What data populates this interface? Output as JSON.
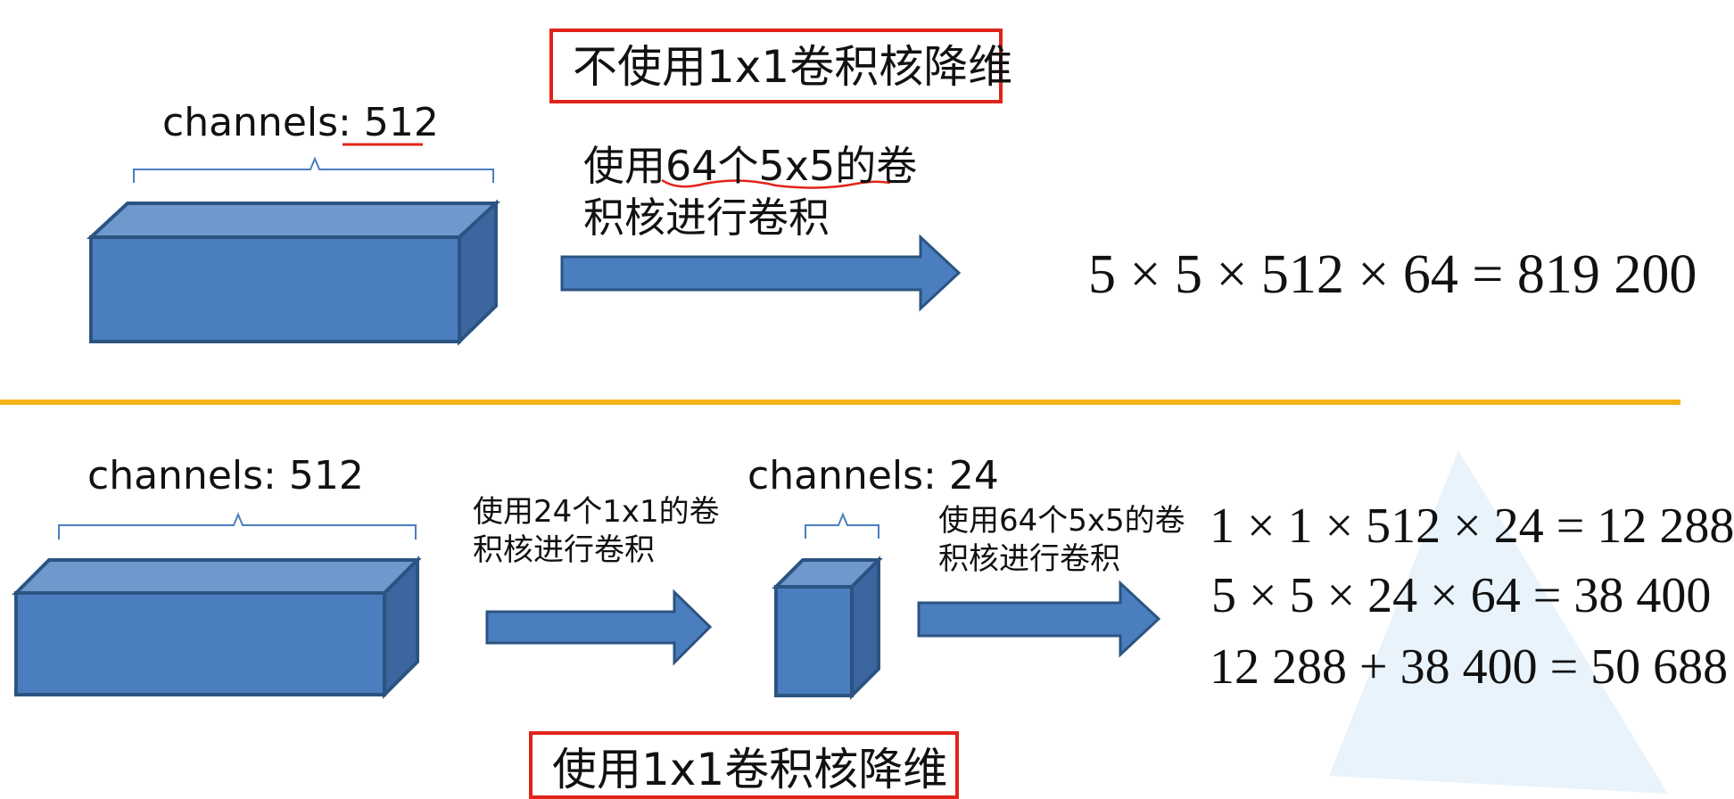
{
  "top": {
    "title": "不使用1x1卷积核降维",
    "channels_label": "channels: 512",
    "conv_desc": "使用64个5x5的卷\n积核进行卷积",
    "equation": "5 × 5 × 512 × 64 = 819 200"
  },
  "bottom": {
    "title": "使用1x1卷积核降维",
    "input_channels_label": "channels: 512",
    "reduce_desc": "使用24个1x1的卷\n积核进行卷积",
    "reduced_channels_label": "channels: 24",
    "conv_desc": "使用64个5x5的卷\n积核进行卷积",
    "equations": [
      "1 × 1 × 512 × 24 = 12 288",
      "5 × 5 × 24 × 64 = 38 400",
      "12 288 + 38 400 = 50 688"
    ]
  },
  "colors": {
    "block_front": "#4a7ebf",
    "block_top": "#6f98cd",
    "block_side": "#3b669f",
    "block_edge": "#2c5482",
    "arrow": "#4a7ebf",
    "brace": "#4a7ebf",
    "title_border": "#e0241b",
    "divider": "#f5b416",
    "underline": "#e0241b"
  }
}
